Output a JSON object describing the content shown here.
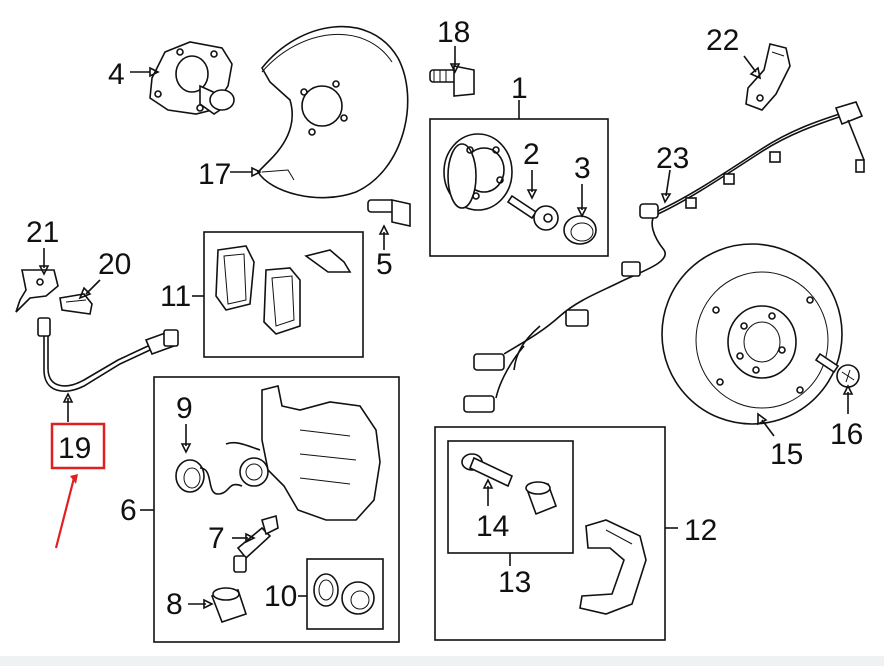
{
  "labels": {
    "l1": "1",
    "l2": "2",
    "l3": "3",
    "l4": "4",
    "l5": "5",
    "l6": "6",
    "l7": "7",
    "l8": "8",
    "l9": "9",
    "l10": "10",
    "l11": "11",
    "l12": "12",
    "l13": "13",
    "l14": "14",
    "l15": "15",
    "l16": "16",
    "l17": "17",
    "l18": "18",
    "l19": "19",
    "l20": "20",
    "l21": "21",
    "l22": "22",
    "l23": "23"
  },
  "highlight": {
    "part": "19",
    "color": "#e02020"
  },
  "colors": {
    "line": "#111111",
    "background": "#ffffff",
    "strip": "#eef2f3"
  }
}
